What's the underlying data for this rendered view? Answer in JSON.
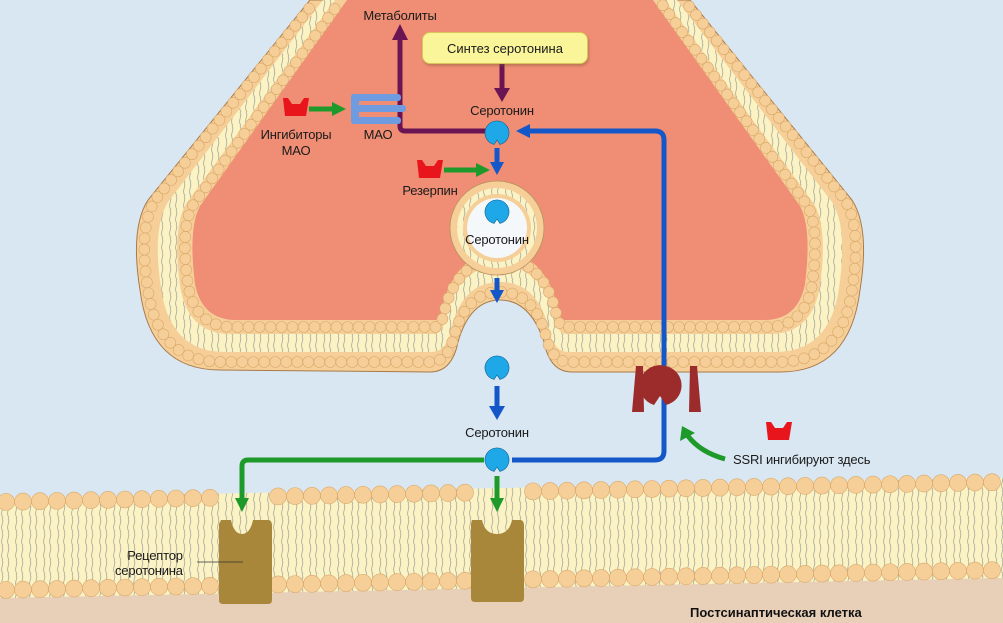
{
  "diagram": {
    "title": "Serotonin synapse",
    "labels": {
      "metabolites": "Метаболиты",
      "synthesis": "Синтез серотонина",
      "serotonin_top": "Серотонин",
      "mao": "МАО",
      "mao_inhibitors_line1": "Ингибиторы",
      "mao_inhibitors_line2": "МАО",
      "reserpine": "Резерпин",
      "serotonin_vesicle": "Серотонин",
      "serotonin_cleft": "Серотонин",
      "ssri": "SSRI ингибируют здесь",
      "receptor_line1": "Рецептор",
      "receptor_line2": "серотонина",
      "postsynaptic": "Постсинаптическая клетка"
    },
    "colors": {
      "background": "#d9e7f3",
      "cytoplasm": "#ef8e74",
      "membrane_head": "#f6cf98",
      "membrane_tail": "#fbf3c4",
      "serotonin": "#1ea8e8",
      "blue_arrow": "#1457c8",
      "green_arrow": "#1e9a2a",
      "purple_arrow": "#6b1454",
      "inhibitor": "#e8161c",
      "mao_enzyme": "#6f9be0",
      "transporter": "#9c2c2c",
      "receptor": "#a8873a",
      "postsynaptic_cell": "#e8cfb8"
    }
  }
}
